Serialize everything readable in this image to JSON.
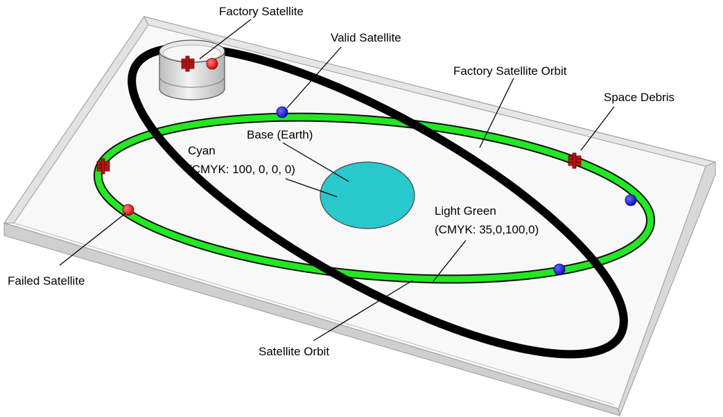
{
  "labels": {
    "factory_satellite": "Factory Satellite",
    "valid_satellite": "Valid Satellite",
    "factory_satellite_orbit": "Factory Satellite Orbit",
    "space_debris": "Space Debris",
    "base_earth": "Base (Earth)",
    "cyan_name": "Cyan",
    "cyan_cmyk": "(CMYK: 100, 0, 0, 0)",
    "light_green_name": "Light Green",
    "light_green_cmyk": "(CMYK: 35,0,100,0)",
    "failed_satellite": "Failed Satellite",
    "satellite_orbit": "Satellite Orbit"
  },
  "colors": {
    "cyan": "#29c8cc",
    "light_green": "#22e822",
    "factory_orbit": "#000000",
    "valid_satellite": "#1e1ed8",
    "failed_satellite": "#ee1111",
    "space_debris": "#cc1a1a",
    "platform_top": "#f7f7f7",
    "platform_edge": "#c8c8c8"
  }
}
